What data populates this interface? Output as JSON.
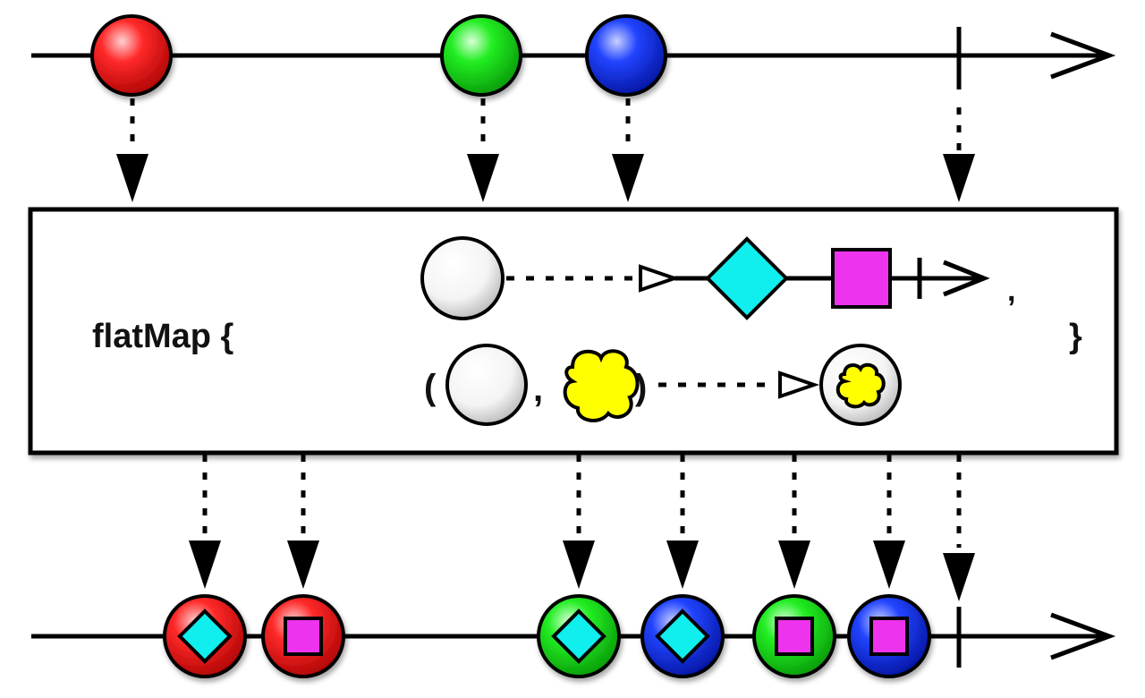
{
  "operator": {
    "name": "flatMap {",
    "close_brace": "}",
    "comma": ",",
    "open_paren": "(",
    "close_paren": ")",
    "tuple_comma": ","
  },
  "colors": {
    "red": "#ee1111",
    "green": "#11dd11",
    "blue": "#1133ee",
    "cyan": "#11eeee",
    "magenta": "#ee33ee",
    "yellow": "#ffff00",
    "white": "#f2f2f2",
    "stroke": "#000000"
  },
  "source_stream": {
    "items": [
      {
        "color": "red"
      },
      {
        "color": "green"
      },
      {
        "color": "blue"
      }
    ],
    "completes": true
  },
  "mapping_rules": [
    {
      "input": "circle",
      "output_items": [
        "diamond",
        "square"
      ],
      "completes": true
    },
    {
      "input": "tuple(circle, error)",
      "output": "circle-with-error"
    }
  ],
  "result_stream": {
    "items": [
      {
        "color": "red",
        "inner": "diamond"
      },
      {
        "color": "red",
        "inner": "square"
      },
      {
        "color": "green",
        "inner": "diamond"
      },
      {
        "color": "blue",
        "inner": "diamond"
      },
      {
        "color": "green",
        "inner": "square"
      },
      {
        "color": "blue",
        "inner": "square"
      }
    ],
    "completes": true
  }
}
